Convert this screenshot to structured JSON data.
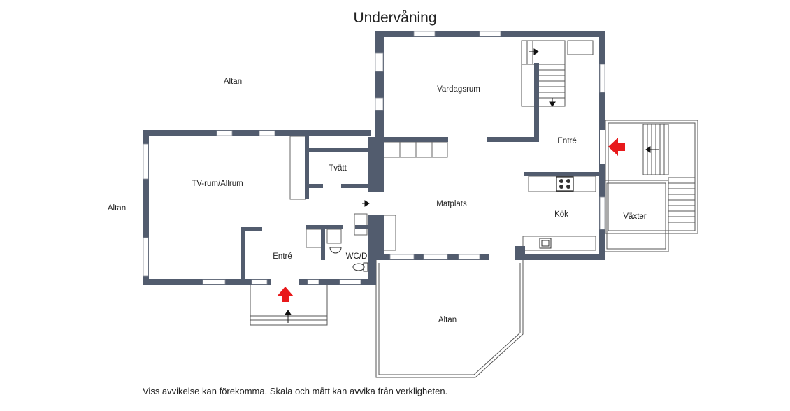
{
  "title": "Undervåning",
  "disclaimer": "Viss avvikelse kan förekomma. Skala och mått kan avvika från verkligheten.",
  "rooms": {
    "altan_top": "Altan",
    "altan_left": "Altan",
    "altan_bottom": "Altan",
    "vardagsrum": "Vardagsrum",
    "entre_right": "Entré",
    "tv_rum": "TV-rum/Allrum",
    "tvatt": "Tvätt",
    "matplats": "Matplats",
    "kok": "Kök",
    "vaxter": "Växter",
    "entre_left": "Entré",
    "wc": "WC/D"
  },
  "colors": {
    "wall": "#525c6e",
    "entrance_arrow": "#e8191b",
    "line": "#555555"
  },
  "icons": [
    "entrance-arrow-icon",
    "stove-icon",
    "sink-icon",
    "toilet-icon",
    "washbasin-icon",
    "door-arrow-icon"
  ]
}
